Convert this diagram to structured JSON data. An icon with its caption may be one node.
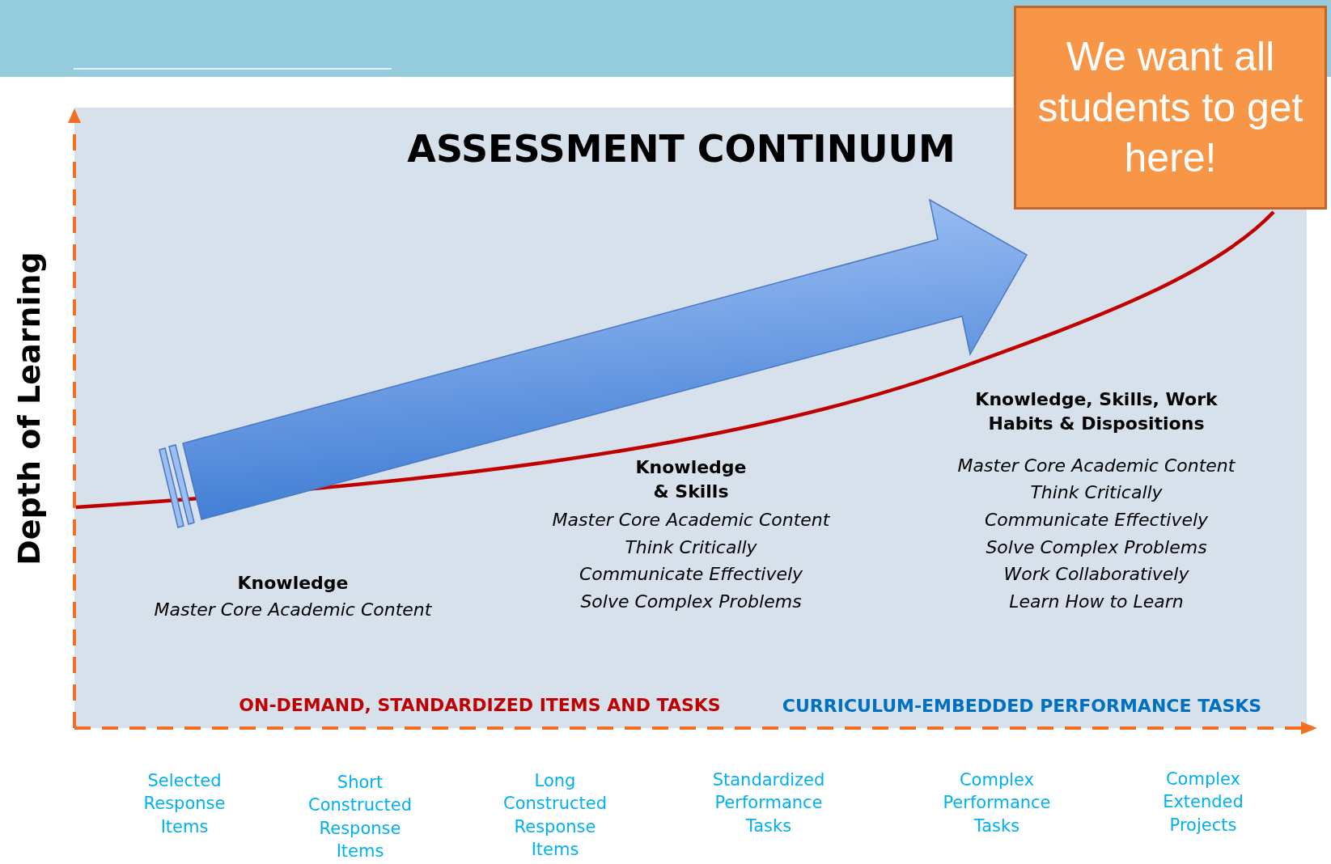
{
  "diagram": {
    "title": "ASSESSMENT CONTINUUM",
    "nodes": [
      {
        "text": [
          "We want all students to get here!"
        ]
      }
    ],
    "edges": [],
    "labels": [
      "Depth of Learning",
      "Knowledge",
      "Master Core Academic Content",
      "Knowledge & Skills",
      "Master Core Academic Content",
      "Think Critically",
      "Communicate Effectively",
      "Solve Complex Problems",
      "Knowledge, Skills, Work Habits & Dispositions",
      "Master Core Academic Content",
      "Think Critically",
      "Communicate Effectively",
      "Solve Complex Problems",
      "Work Collaboratively",
      "Learn How to Learn",
      "ON-DEMAND, STANDARDIZED ITEMS AND TASKS",
      "CURRICULUM-EMBEDDED PERFORMANCE TASKS",
      "Selected Response Items",
      "Short Constructed Response Items",
      "Long Constructed Response Items",
      "Standardized Performance Tasks",
      "Complex Performance Tasks",
      "Complex Extended Projects"
    ]
  }
}
